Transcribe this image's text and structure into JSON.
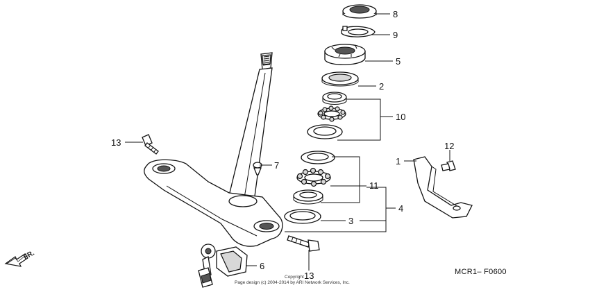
{
  "callouts": {
    "c1": "1",
    "c2": "2",
    "c3": "3",
    "c4": "4",
    "c5": "5",
    "c6": "6",
    "c7": "7",
    "c8": "8",
    "c9": "9",
    "c10": "10",
    "c11": "11",
    "c12": "12",
    "c13a": "13",
    "c13b": "13"
  },
  "direction_label": "FR.",
  "diagram_code": "MCR1– F0600",
  "copyright": {
    "line1": "Copyright",
    "line2": "Page design (c) 2004-2014 by ARI Network Services, Inc."
  }
}
